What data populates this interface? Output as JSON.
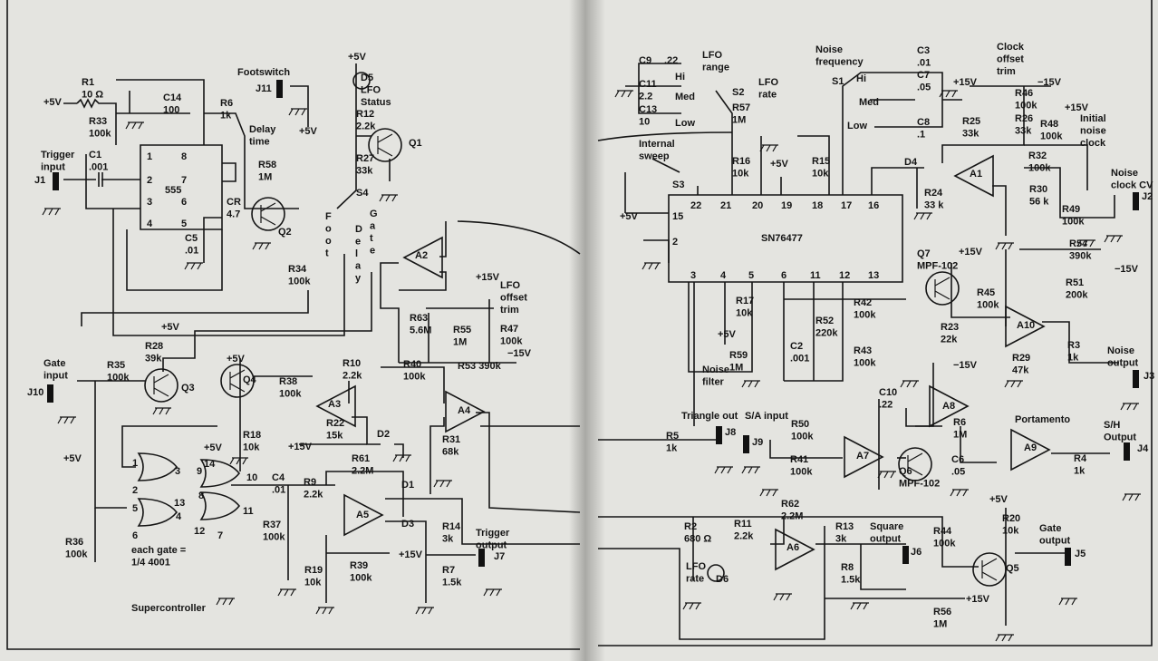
{
  "left_page": {
    "title": "Supercontroller",
    "labels": [
      [
        "R1",
        "10 Ω"
      ],
      [
        "+5V"
      ],
      [
        "C14",
        "100"
      ],
      [
        "R33",
        "100k"
      ],
      [
        "R6",
        "1k"
      ],
      [
        "Footswitch"
      ],
      [
        "J11"
      ],
      [
        "+5V"
      ],
      [
        "+5V"
      ],
      [
        "D5",
        "LFO",
        "Status"
      ],
      [
        "R12",
        "2.2k"
      ],
      [
        "Q1"
      ],
      [
        "R27",
        "33k"
      ],
      [
        "S4"
      ],
      [
        "Delay",
        "time"
      ],
      [
        "R58",
        "1M"
      ],
      [
        "CR",
        "4.7"
      ],
      [
        "Q2"
      ],
      [
        "Trigger",
        "input"
      ],
      [
        "C1",
        ".001"
      ],
      [
        "J1"
      ],
      [
        "555"
      ],
      [
        "1"
      ],
      [
        "8"
      ],
      [
        "2"
      ],
      [
        "7"
      ],
      [
        "3"
      ],
      [
        "6"
      ],
      [
        "4"
      ],
      [
        "5"
      ],
      [
        "C5",
        ".01"
      ],
      [
        "R34",
        "100k"
      ],
      [
        "F",
        "o",
        "o",
        "t"
      ],
      [
        "D",
        "e",
        "l",
        "a",
        "y"
      ],
      [
        "G",
        "a",
        "t",
        "e"
      ],
      [
        "A2"
      ],
      [
        "+15V"
      ],
      [
        "LFO",
        "offset",
        "trim"
      ],
      [
        "R47",
        "100k"
      ],
      [
        "R63",
        "5.6M"
      ],
      [
        "R55",
        "1M"
      ],
      [
        "−15V"
      ],
      [
        "+5V"
      ],
      [
        "R28",
        "39k"
      ],
      [
        "Gate",
        "input"
      ],
      [
        "J10"
      ],
      [
        "R35",
        "100k"
      ],
      [
        "Q3"
      ],
      [
        "+5V"
      ],
      [
        "Q4"
      ],
      [
        "R38",
        "100k"
      ],
      [
        "A3"
      ],
      [
        "R10",
        "2.2k"
      ],
      [
        "R40",
        "100k"
      ],
      [
        "R53  390k"
      ],
      [
        "A4"
      ],
      [
        "R22",
        "15k"
      ],
      [
        "+15V"
      ],
      [
        "D2"
      ],
      [
        "R18",
        "10k"
      ],
      [
        "+5V"
      ],
      [
        "R31",
        "68k"
      ],
      [
        "+5V"
      ],
      [
        "R61",
        "2.2M"
      ],
      [
        "1"
      ],
      [
        "2"
      ],
      [
        "3"
      ],
      [
        "14"
      ],
      [
        "9"
      ],
      [
        "10"
      ],
      [
        "13"
      ],
      [
        "8"
      ],
      [
        "11"
      ],
      [
        "5"
      ],
      [
        "4"
      ],
      [
        "6"
      ],
      [
        "12"
      ],
      [
        "7"
      ],
      [
        "C4",
        ".01"
      ],
      [
        "R9",
        "2.2k"
      ],
      [
        "D1"
      ],
      [
        "A5"
      ],
      [
        "D3"
      ],
      [
        "R37",
        "100k"
      ],
      [
        "R14",
        "3k"
      ],
      [
        "Trigger",
        "output"
      ],
      [
        "J7"
      ],
      [
        "R36",
        "100k"
      ],
      [
        "each gate =",
        "1/4 4001"
      ],
      [
        "+15V"
      ],
      [
        "R39",
        "100k"
      ],
      [
        "R19",
        "10k"
      ],
      [
        "R7",
        "1.5k"
      ],
      [
        "Supercontroller"
      ]
    ]
  },
  "right_page": {
    "labels": [
      [
        "C9"
      ],
      [
        ".22"
      ],
      [
        "LFO",
        "range"
      ],
      [
        "Hi"
      ],
      [
        "C11",
        "2.2"
      ],
      [
        "Med"
      ],
      [
        "C13",
        "10"
      ],
      [
        "Low"
      ],
      [
        "S2"
      ],
      [
        "LFO",
        "rate"
      ],
      [
        "R57",
        "1M"
      ],
      [
        "Noise",
        "frequency"
      ],
      [
        "S1"
      ],
      [
        "Hi"
      ],
      [
        "C3",
        ".01"
      ],
      [
        "C7",
        ".05"
      ],
      [
        "Med"
      ],
      [
        "C8",
        ".1"
      ],
      [
        "Low"
      ],
      [
        "Clock",
        "offset",
        "trim"
      ],
      [
        "+15V"
      ],
      [
        "−15V"
      ],
      [
        "R46",
        "100k"
      ],
      [
        "R26",
        "33k"
      ],
      [
        "R25",
        "33k"
      ],
      [
        "+15V"
      ],
      [
        "Initial",
        "noise",
        "clock"
      ],
      [
        "R48",
        "100k"
      ],
      [
        "R32",
        "100k"
      ],
      [
        "Internal",
        "sweep"
      ],
      [
        "R16",
        "10k"
      ],
      [
        "+5V"
      ],
      [
        "R15",
        "10k"
      ],
      [
        "D4"
      ],
      [
        "A1"
      ],
      [
        "S3"
      ],
      [
        "R24",
        "33 k"
      ],
      [
        "R30",
        "56 k"
      ],
      [
        "Noise",
        "clock CV"
      ],
      [
        "J2"
      ],
      [
        "R49",
        "100k"
      ],
      [
        "22"
      ],
      [
        "21"
      ],
      [
        "20"
      ],
      [
        "19"
      ],
      [
        "18"
      ],
      [
        "17"
      ],
      [
        "16"
      ],
      [
        "15"
      ],
      [
        "2"
      ],
      [
        "3"
      ],
      [
        "4"
      ],
      [
        "5"
      ],
      [
        "6"
      ],
      [
        "11"
      ],
      [
        "12"
      ],
      [
        "13"
      ],
      [
        "+5V"
      ],
      [
        "SN76477"
      ],
      [
        "Q7",
        "MPF-102"
      ],
      [
        "+15V"
      ],
      [
        "R54",
        "390k"
      ],
      [
        "−15V"
      ],
      [
        "R51",
        "200k"
      ],
      [
        "R45",
        "100k"
      ],
      [
        "R17",
        "10k"
      ],
      [
        "R42",
        "100k"
      ],
      [
        "R52",
        "220k"
      ],
      [
        "A10"
      ],
      [
        "R23",
        "22k"
      ],
      [
        "+5V"
      ],
      [
        "R59",
        "1M"
      ],
      [
        "Noise",
        "filter"
      ],
      [
        "C2",
        ".001"
      ],
      [
        "R43",
        "100k"
      ],
      [
        "−15V"
      ],
      [
        "R29",
        "47k"
      ],
      [
        "R3",
        "1k"
      ],
      [
        "Noise",
        "output"
      ],
      [
        "J3"
      ],
      [
        "C10",
        ".22"
      ],
      [
        "A8"
      ],
      [
        "Triangle out"
      ],
      [
        "S/A input"
      ],
      [
        "R50",
        "100k"
      ],
      [
        "R5",
        "1k"
      ],
      [
        "J8"
      ],
      [
        "J9"
      ],
      [
        "R6",
        "1M"
      ],
      [
        "Portamento"
      ],
      [
        "S/H",
        "Output"
      ],
      [
        "A7"
      ],
      [
        "A9"
      ],
      [
        "R41",
        "100k"
      ],
      [
        "C6",
        ".05"
      ],
      [
        "Q6",
        "MPF-102"
      ],
      [
        "R4",
        "1k"
      ],
      [
        "J4"
      ],
      [
        "R62",
        "2.2M"
      ],
      [
        "R2",
        "680 Ω"
      ],
      [
        "R11",
        "2.2k"
      ],
      [
        "A6"
      ],
      [
        "R13",
        "3k"
      ],
      [
        "Square",
        "output"
      ],
      [
        "J6"
      ],
      [
        "+5V"
      ],
      [
        "R20",
        "10k"
      ],
      [
        "Gate",
        "output"
      ],
      [
        "J5"
      ],
      [
        "R44",
        "100k"
      ],
      [
        "LFO",
        "rate"
      ],
      [
        "D6"
      ],
      [
        "R8",
        "1.5k"
      ],
      [
        "Q5"
      ],
      [
        "+15V"
      ],
      [
        "R56",
        "1M"
      ]
    ]
  },
  "colors": {
    "ink": "#141414",
    "paper": "#e4e4e0"
  }
}
